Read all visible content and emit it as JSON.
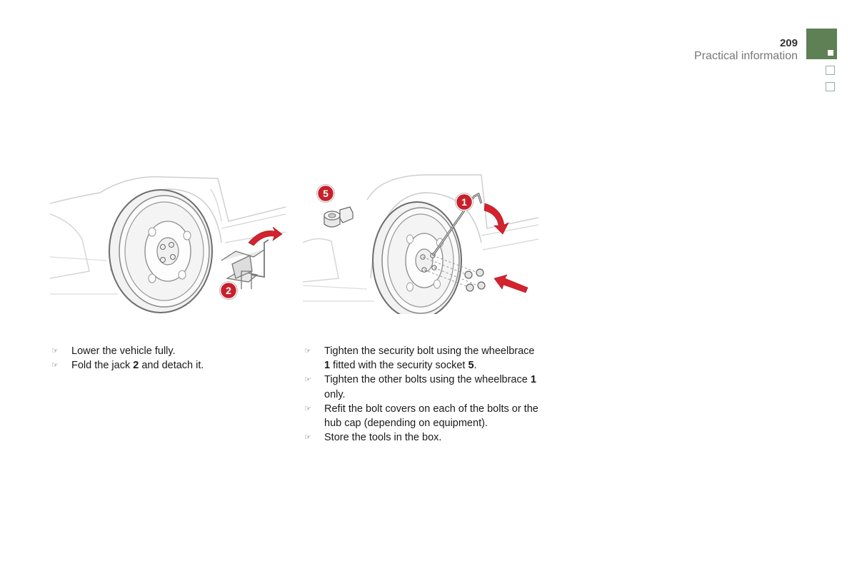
{
  "header": {
    "page_number": "209",
    "section_title": "Practical information"
  },
  "illustrations": {
    "left": {
      "callout": "2"
    },
    "right": {
      "callouts": [
        "5",
        "1"
      ]
    }
  },
  "left_instructions": [
    {
      "pre": "Lower the vehicle fully.",
      "bold": "",
      "post": ""
    },
    {
      "pre": "Fold the jack ",
      "bold": "2",
      "post": " and detach it."
    }
  ],
  "right_instructions": [
    {
      "pre": "Tighten the security bolt using the wheelbrace ",
      "bold": "1",
      "post": " fitted with the security socket ",
      "bold2": "5",
      "post2": "."
    },
    {
      "pre": "Tighten the other bolts using the wheelbrace ",
      "bold": "1",
      "post": " only.",
      "bold2": "",
      "post2": ""
    },
    {
      "pre": "Refit the bolt covers on each of the bolts or the hub cap (depending on equipment).",
      "bold": "",
      "post": "",
      "bold2": "",
      "post2": ""
    },
    {
      "pre": "Store the tools in the box.",
      "bold": "",
      "post": "",
      "bold2": "",
      "post2": ""
    }
  ],
  "colors": {
    "accent": "#5f7f55",
    "callout_red": "#c8202b"
  },
  "icons": {
    "bullet": "pointing-hand-icon"
  }
}
